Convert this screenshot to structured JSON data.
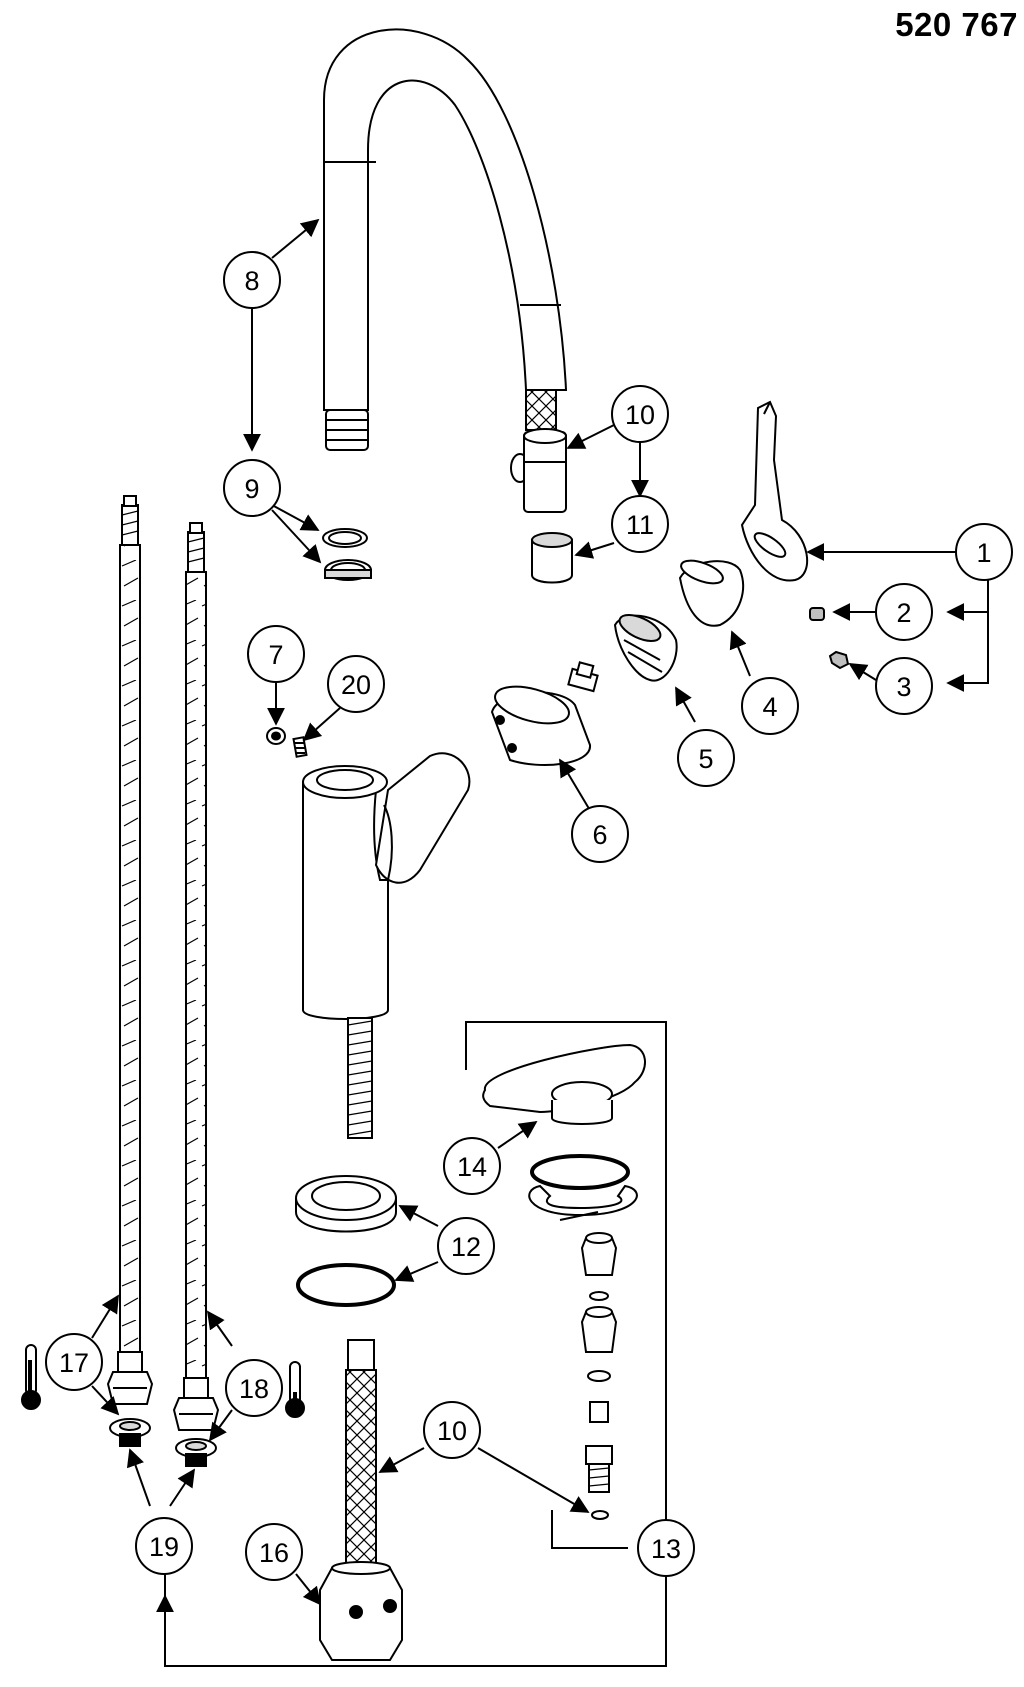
{
  "header": {
    "part_number": "520 767"
  },
  "callouts": [
    {
      "id": "c1",
      "label": "1"
    },
    {
      "id": "c2",
      "label": "2"
    },
    {
      "id": "c3",
      "label": "3"
    },
    {
      "id": "c4",
      "label": "4"
    },
    {
      "id": "c5",
      "label": "5"
    },
    {
      "id": "c6",
      "label": "6"
    },
    {
      "id": "c7",
      "label": "7"
    },
    {
      "id": "c8",
      "label": "8"
    },
    {
      "id": "c9",
      "label": "9"
    },
    {
      "id": "c10a",
      "label": "10"
    },
    {
      "id": "c11",
      "label": "11"
    },
    {
      "id": "c12",
      "label": "12"
    },
    {
      "id": "c13",
      "label": "13"
    },
    {
      "id": "c14",
      "label": "14"
    },
    {
      "id": "c10b",
      "label": "10"
    },
    {
      "id": "c16",
      "label": "16"
    },
    {
      "id": "c17",
      "label": "17"
    },
    {
      "id": "c18",
      "label": "18"
    },
    {
      "id": "c19",
      "label": "19"
    },
    {
      "id": "c20",
      "label": "20"
    }
  ],
  "icons": {
    "hot": "thermometer-hot-icon",
    "cold": "thermometer-cold-icon"
  },
  "colors": {
    "line": "#000000",
    "part_fill": "#ffffff",
    "shade": "#d9d9d9"
  }
}
